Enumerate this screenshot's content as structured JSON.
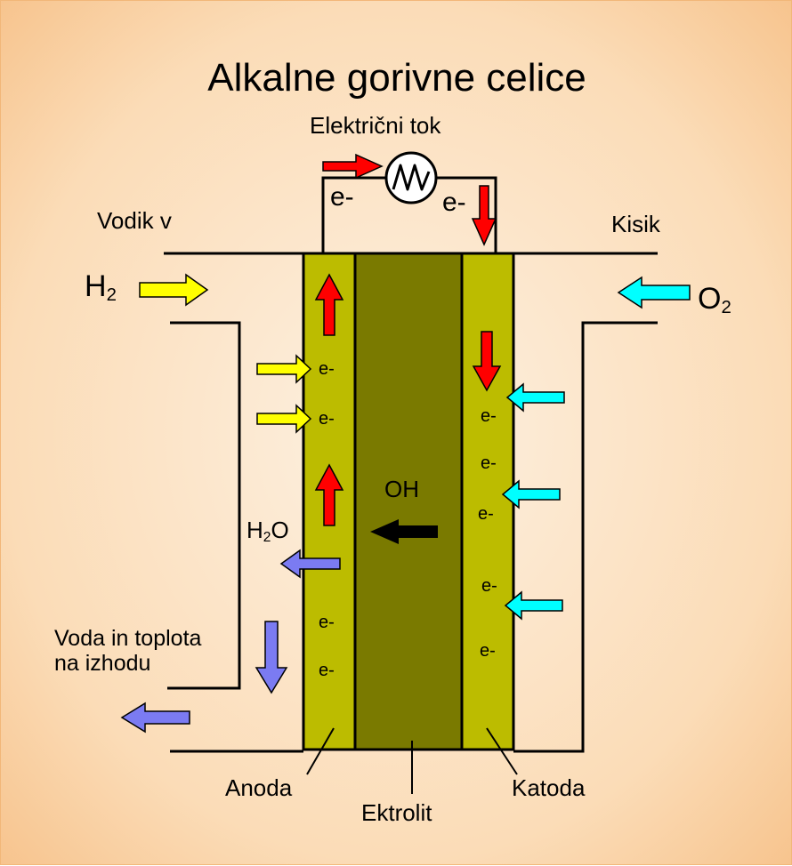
{
  "title": "Alkalne gorivne celice",
  "labels": {
    "current": "Električni tok",
    "hydrogen_in": "Vodik v",
    "oxygen": "Kisik",
    "h2_main": "H",
    "h2_sub": "2",
    "o2_main": "O",
    "o2_sub": "2",
    "h2o_h": "H",
    "h2o_sub": "2",
    "h2o_o": "O",
    "water_out_line1": "Voda in toplota",
    "water_out_line2": "na izhodu",
    "oh": "OH",
    "anode": "Anoda",
    "electrolyte": "Ektrolit",
    "cathode": "Katoda",
    "electron": "e-"
  },
  "colors": {
    "electrode": "#bcbc00",
    "electrolyte": "#7a7a00",
    "hydrogen_arrow": "#ffff00",
    "oxygen_arrow": "#00ffff",
    "water_arrow": "#7b7bf2",
    "electron_arrow": "#ff0000",
    "oh_arrow": "#000000"
  },
  "icons": {
    "load": "resistor-circle-icon"
  }
}
